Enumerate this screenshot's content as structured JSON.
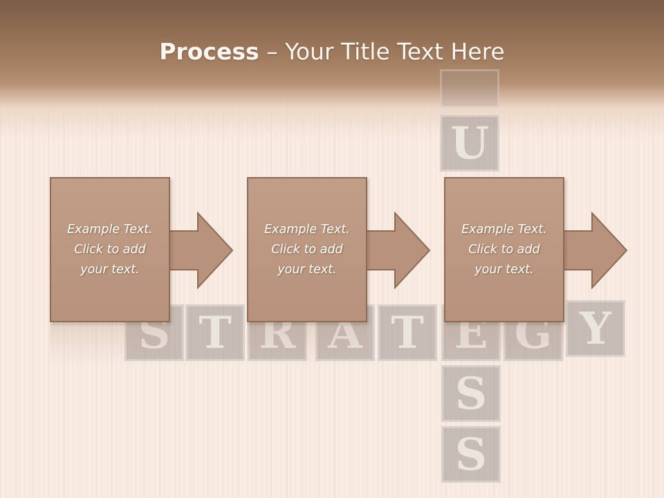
{
  "slide": {
    "title_bold": "Process",
    "title_rest": " – Your Title Text Here"
  },
  "steps": [
    {
      "text": "Example Text.\nClick  to add\nyour text."
    },
    {
      "text": "Example Text.\nClick  to add\nyour text."
    },
    {
      "text": "Example Text.\nClick  to add\nyour text."
    }
  ],
  "tiles": {
    "vertical": [
      "U",
      "S",
      "S"
    ],
    "horizontal": [
      "S",
      "T",
      "R",
      "A",
      "T",
      "E",
      "G",
      "Y"
    ]
  },
  "colors": {
    "box_fill": "#b8927a",
    "box_border": "#8c6a55",
    "header": "#7b5c46"
  }
}
